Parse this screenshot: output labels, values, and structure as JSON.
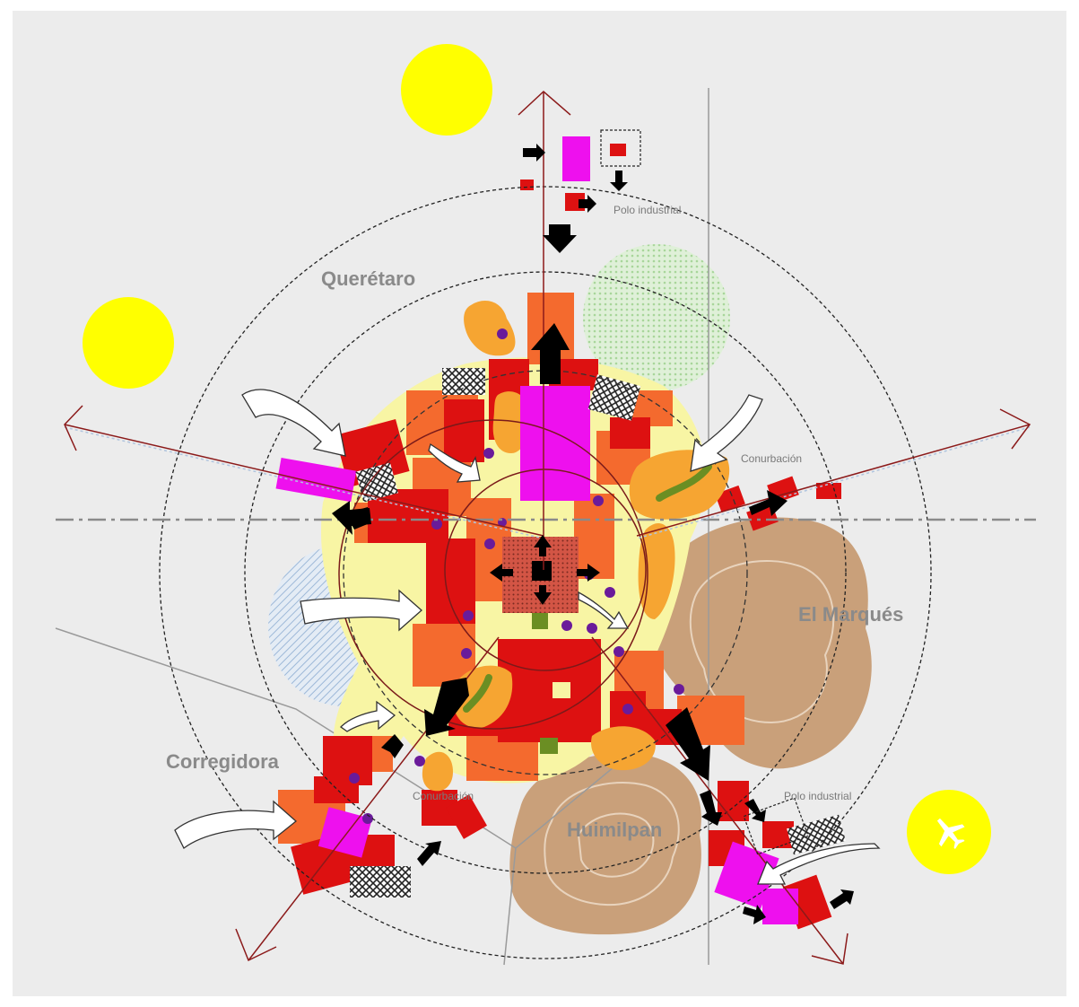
{
  "map": {
    "labels": {
      "queretaro": "Querétaro",
      "el_marques": "El Marqués",
      "corregidora": "Corregidora",
      "huimilpan": "Huimilpan",
      "conurbacion_east": "Conurbación",
      "conurbacion_south": "Conurbación",
      "polo_industrial_north": "Polo industrial",
      "polo_industrial_south": "Polo industrial"
    },
    "icons": {
      "airport": "airplane-icon"
    },
    "colors": {
      "background": "#ececec",
      "urban_red": "#dd1111",
      "urban_orange": "#f46a2e",
      "commercial_magenta": "#ee10ee",
      "green_space_orange": "#f6a532",
      "hills_tan": "#c9a07a",
      "axis_darkred": "#8b1a1a",
      "sun_yellow": "#ffff00",
      "parks_green": "#cde9c5",
      "water_blue": "#c0d4ea",
      "accent_purple": "#6a1b9a",
      "accent_olive": "#6b8e23",
      "pale_yellow": "#f8f5a4"
    }
  }
}
